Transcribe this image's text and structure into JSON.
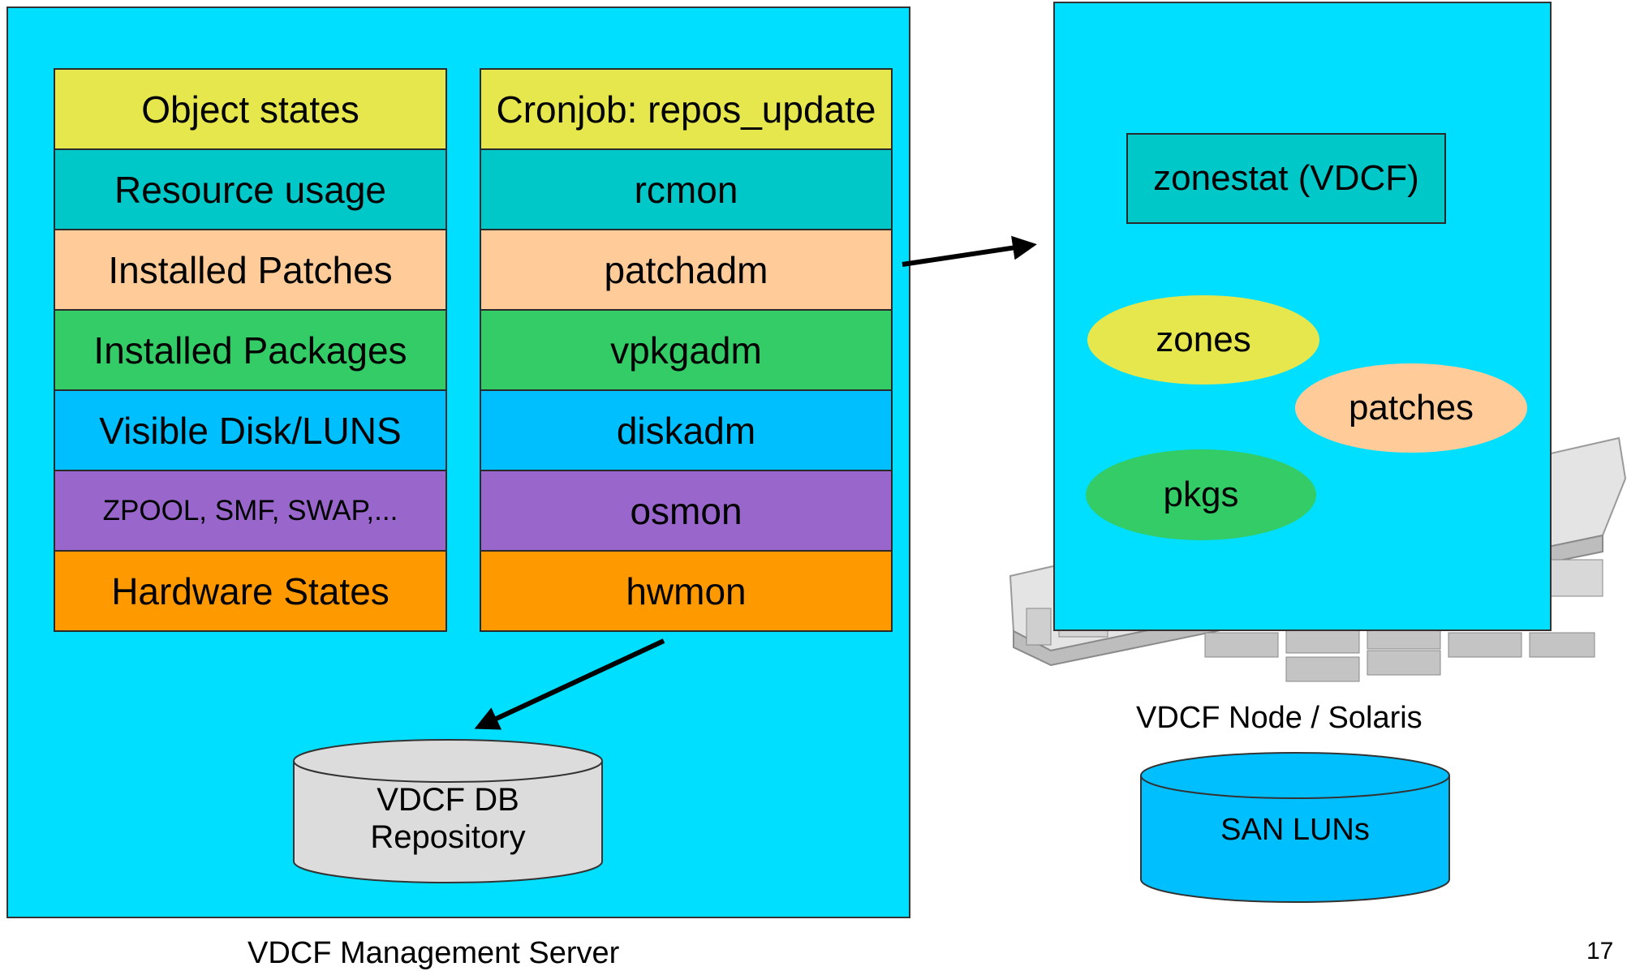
{
  "management_server": {
    "caption": "VDCF Management Server",
    "info_column": [
      {
        "label": "Object states",
        "color": "#e6e64d"
      },
      {
        "label": "Resource usage",
        "color": "#00c8c8"
      },
      {
        "label": "Installed Patches",
        "color": "#ffcc99"
      },
      {
        "label": "Installed Packages",
        "color": "#33cc66"
      },
      {
        "label": "Visible Disk/LUNS",
        "color": "#00bfff"
      },
      {
        "label": "ZPOOL, SMF, SWAP,...",
        "color": "#9966cc"
      },
      {
        "label": "Hardware States",
        "color": "#ff9900"
      }
    ],
    "tool_column": [
      {
        "label": "Cronjob: repos_update",
        "color": "#e6e64d"
      },
      {
        "label": "rcmon",
        "color": "#00c8c8"
      },
      {
        "label": "patchadm",
        "color": "#ffcc99"
      },
      {
        "label": "vpkgadm",
        "color": "#33cc66"
      },
      {
        "label": "diskadm",
        "color": "#00bfff"
      },
      {
        "label": "osmon",
        "color": "#9966cc"
      },
      {
        "label": "hwmon",
        "color": "#ff9900"
      }
    ],
    "repository": {
      "line1": "VDCF DB",
      "line2": "Repository"
    }
  },
  "node": {
    "caption": "VDCF Node / Solaris",
    "zonestat": "zonestat (VDCF)",
    "zones": "zones",
    "patches": "patches",
    "pkgs": "pkgs",
    "san": "SAN LUNs"
  },
  "page_number": "17",
  "colors": {
    "panel": "#00dfff",
    "zones": "#e6e64d",
    "patches": "#ffcc99",
    "pkgs": "#33cc66",
    "san": "#00bfff",
    "repository": "#dcdcdc"
  }
}
